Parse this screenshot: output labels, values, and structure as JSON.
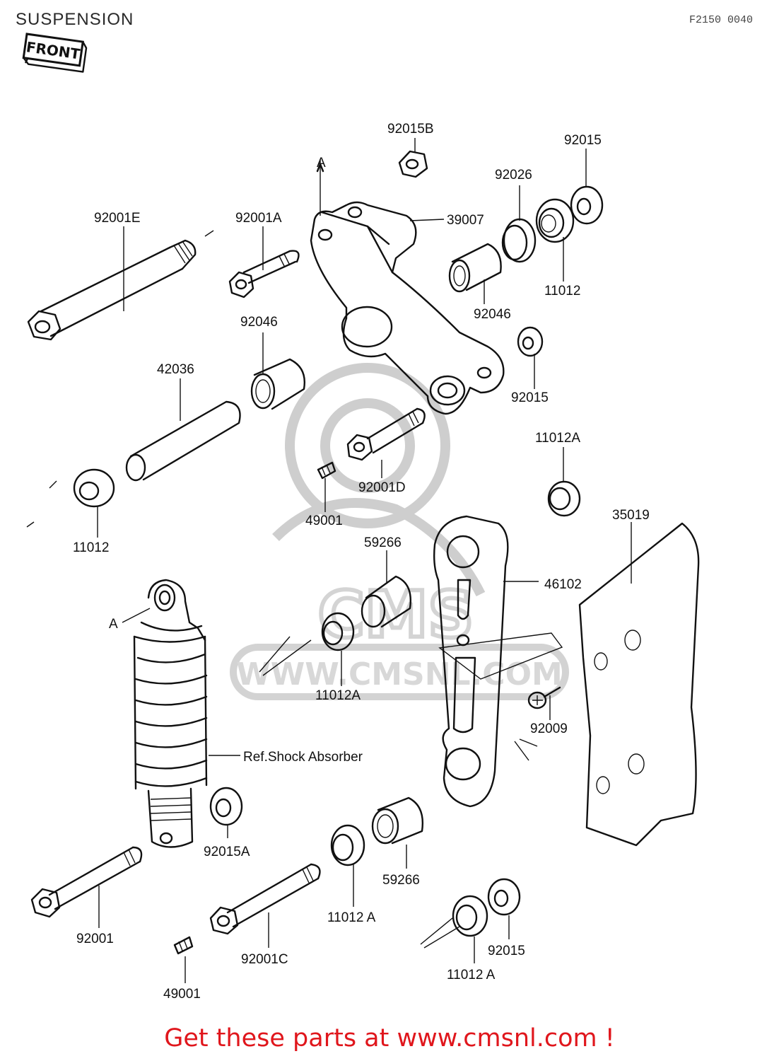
{
  "header": {
    "title": "SUSPENSION",
    "code": "F2150 0040",
    "front_badge": "FRONT"
  },
  "watermark": {
    "text": "WWW.CMSNL.COM",
    "logo": "CMS"
  },
  "labels": {
    "p92015B": "92015B",
    "p92015_top": "92015",
    "p92026": "92026",
    "p92001E": "92001E",
    "p92001A": "92001A",
    "p39007": "39007",
    "p11012_top": "11012",
    "p92046_left": "92046",
    "p92046_right": "92046",
    "p42036": "42036",
    "p92015_mid": "92015",
    "p11012A_right": "11012A",
    "p92001D": "92001D",
    "p11012_left": "11012",
    "p49001_top": "49001",
    "p59266_top": "59266",
    "p35019": "35019",
    "p46102": "46102",
    "ref_A_top": "A",
    "ref_A_shock": "A",
    "p11012A_mid": "11012A",
    "p92009": "92009",
    "ref_shock": "Ref.Shock Absorber",
    "p92015A": "92015A",
    "p59266_bottom": "59266",
    "p92001": "92001",
    "p92001C": "92001C",
    "p11012A_bottom": "11012 A",
    "p92015_bottom": "92015",
    "p11012A_lowest": "11012 A",
    "p49001_bottom": "49001"
  },
  "footer": {
    "text": "Get these parts at www.cmsnl.com !"
  }
}
